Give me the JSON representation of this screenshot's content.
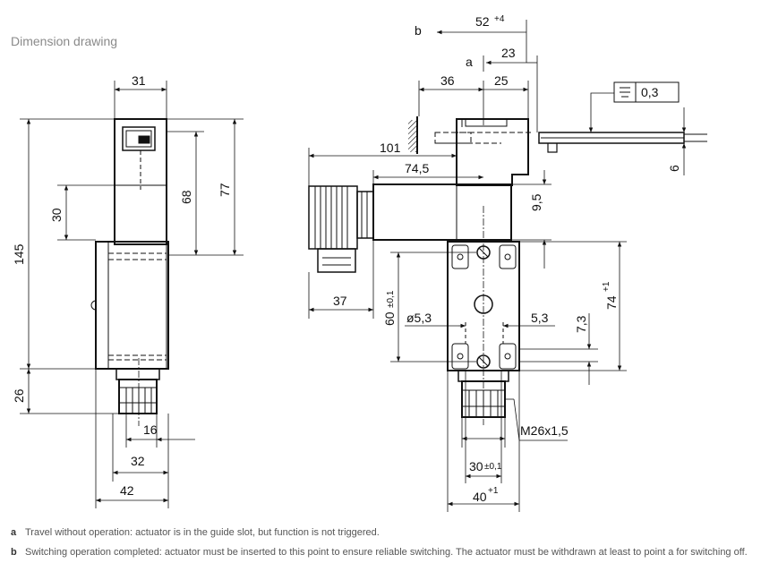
{
  "title": "Dimension drawing",
  "dims": {
    "d31": "31",
    "d145": "145",
    "d30": "30",
    "d68": "68",
    "d77": "77",
    "d26": "26",
    "d16": "16",
    "d32": "32",
    "d42": "42",
    "b_label": "b",
    "a_label": "a",
    "d52": "52",
    "d52_tol": "+4",
    "d23": "23",
    "d36": "36",
    "d25": "25",
    "d101": "101",
    "d74_5": "74,5",
    "d9_5": "9,5",
    "d37": "37",
    "d60": "60",
    "d60_tol": "±0,1",
    "phi5_3": "ø5,3",
    "d5_3": "5,3",
    "d7_3": "7,3",
    "d74": "74",
    "d74_tol": "+1",
    "m26": "M26x1,5",
    "d30b": "30",
    "d30b_tol": "±0,1",
    "d40": "40",
    "d40_tol": "+1",
    "flat": "0,3",
    "d6": "6"
  },
  "notes": [
    {
      "key": "a",
      "text": "Travel without operation: actuator is in the guide slot, but function is not triggered."
    },
    {
      "key": "b",
      "text": "Switching operation completed: actuator must be inserted to this point to ensure reliable switching. The actuator must be withdrawn at least to point a for switching off."
    }
  ]
}
